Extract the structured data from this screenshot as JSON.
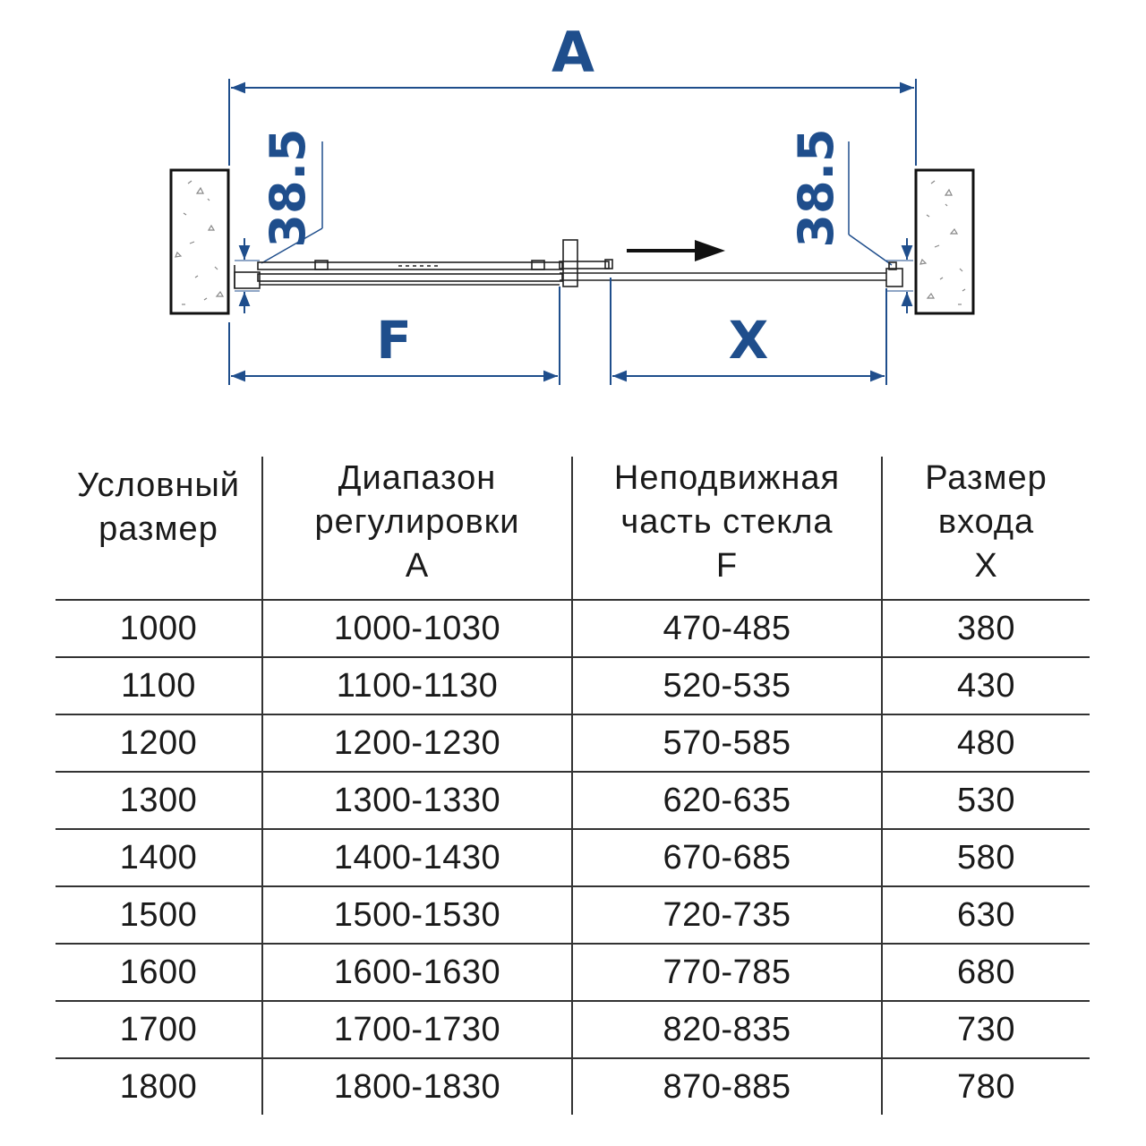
{
  "diagram": {
    "label_a": "A",
    "label_f": "F",
    "label_x": "X",
    "label_offset_left": "38.5",
    "label_offset_right": "38.5",
    "accent_color": "#1f4e8c",
    "direction_icon": "arrow-right-icon"
  },
  "table": {
    "headers": [
      "Условный\nразмер",
      "Диапазон\nрегулировки\nA",
      "Неподвижная\nчасть стекла\nF",
      "Размер\nвхода\nX"
    ],
    "rows": [
      [
        "1000",
        "1000-1030",
        "470-485",
        "380"
      ],
      [
        "1100",
        "1100-1130",
        "520-535",
        "430"
      ],
      [
        "1200",
        "1200-1230",
        "570-585",
        "480"
      ],
      [
        "1300",
        "1300-1330",
        "620-635",
        "530"
      ],
      [
        "1400",
        "1400-1430",
        "670-685",
        "580"
      ],
      [
        "1500",
        "1500-1530",
        "720-735",
        "630"
      ],
      [
        "1600",
        "1600-1630",
        "770-785",
        "680"
      ],
      [
        "1700",
        "1700-1730",
        "820-835",
        "730"
      ],
      [
        "1800",
        "1800-1830",
        "870-885",
        "780"
      ]
    ]
  }
}
